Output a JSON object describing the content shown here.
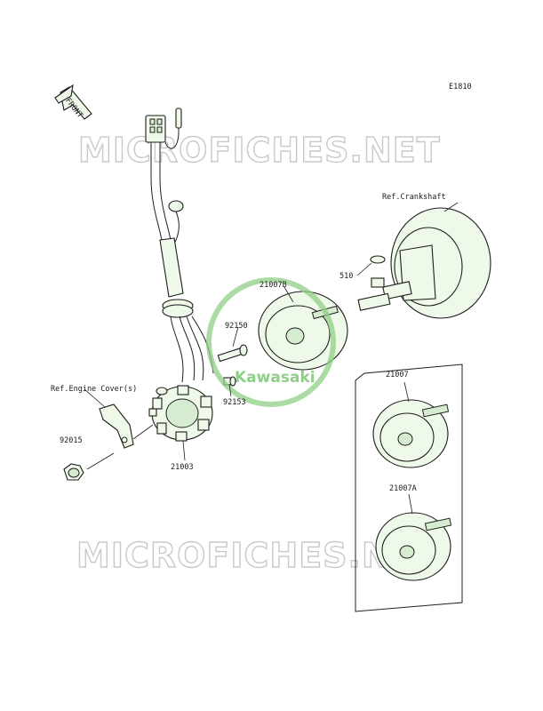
{
  "diagram_code": "E1810",
  "front_label": "FRONT",
  "watermark": "MICROFICHES.NET",
  "logo_text": "Kawasaki",
  "references": {
    "crankshaft": "Ref.Crankshaft",
    "engine_cover": "Ref.Engine Cover(s)"
  },
  "parts": {
    "p510": "510",
    "p21007B": "21007B",
    "p92150": "92150",
    "p92153": "92153",
    "p21003": "21003",
    "p92015": "92015",
    "p21007": "21007",
    "p21007A": "21007A"
  },
  "colors": {
    "part_fill": "#eef9e9",
    "logo_green": "#7cc672",
    "watermark_gray": "#c9c9c9"
  }
}
